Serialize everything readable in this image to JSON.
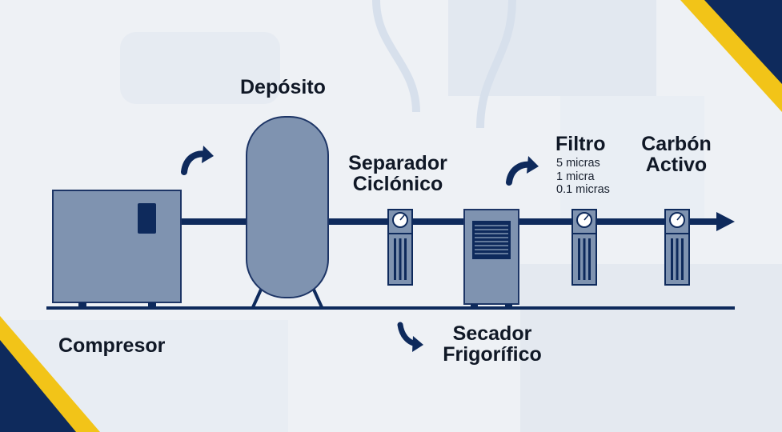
{
  "colors": {
    "navy": "#0e2a5c",
    "equipment_fill": "#7f93b0",
    "equipment_border": "#1d3566",
    "accent_yellow": "#f2c418",
    "background": "#eef1f5"
  },
  "labels": {
    "deposito": "Depósito",
    "separador_line1": "Separador",
    "separador_line2": "Ciclónico",
    "filtro": "Filtro",
    "filtro_specs": [
      "5 micras",
      "1 micra",
      "0.1 micras"
    ],
    "carbon_line1": "Carbón",
    "carbon_line2": "Activo",
    "compresor": "Compresor",
    "secador_line1": "Secador",
    "secador_line2": "Frigorífico"
  },
  "icons": [
    "curved-arrow-icon",
    "flow-arrow-icon",
    "pressure-gauge-icon"
  ]
}
